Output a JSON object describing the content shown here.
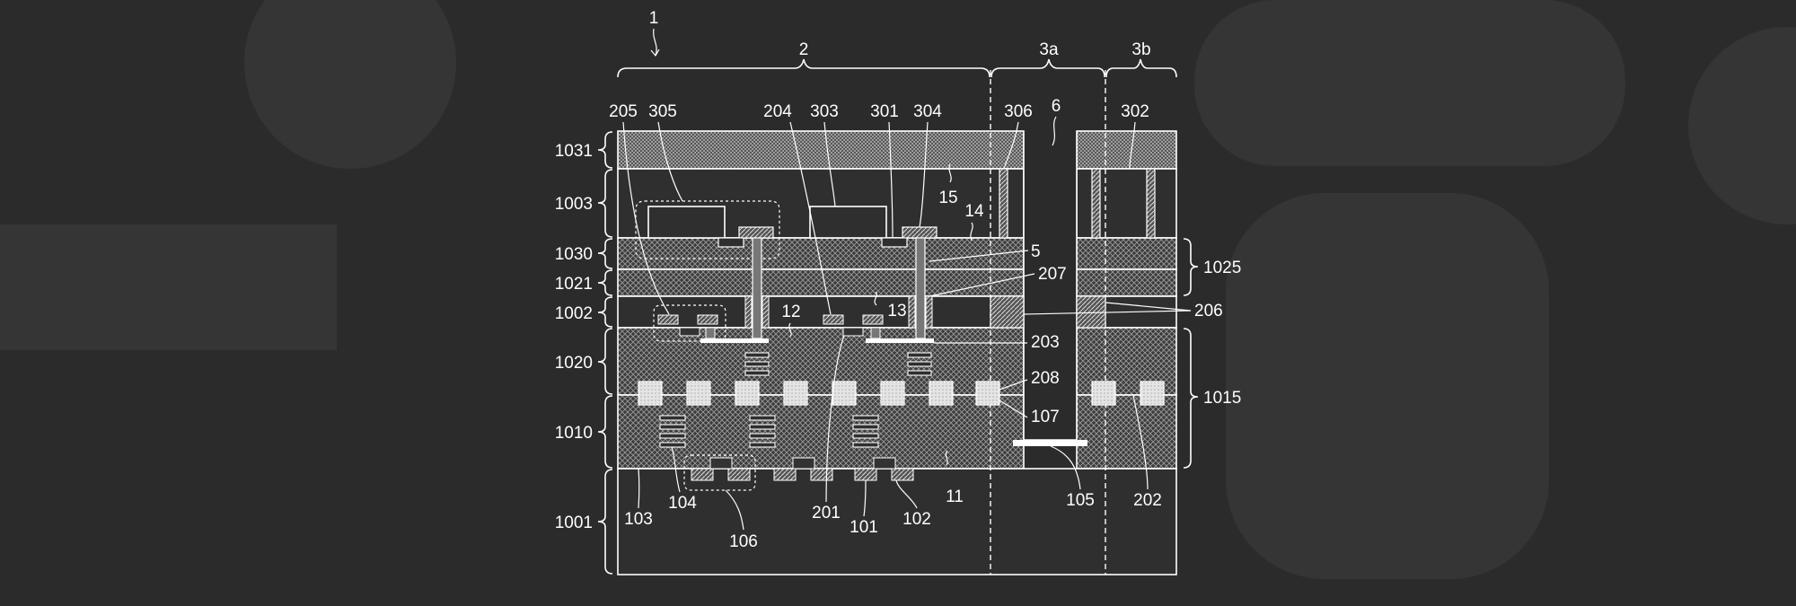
{
  "figure": {
    "number": "1",
    "regions": [
      "2",
      "3a",
      "3b"
    ],
    "opening": "6",
    "layers_left": [
      "1031",
      "1003",
      "1030",
      "1021",
      "1002",
      "1020",
      "1010",
      "1001"
    ],
    "layers_right": [
      "1025",
      "206",
      "1015"
    ],
    "top_labels": [
      "205",
      "305",
      "204",
      "303",
      "301",
      "304",
      "306",
      "302"
    ],
    "inner_labels": [
      "15",
      "14",
      "5",
      "207",
      "12",
      "13",
      "203",
      "208",
      "107",
      "11"
    ],
    "bottom_labels": [
      "103",
      "104",
      "106",
      "201",
      "101",
      "102",
      "105",
      "202"
    ]
  },
  "colors": {
    "background": "#2b2b2b",
    "ghost_shapes": "#353535",
    "line": "#ffffff",
    "cross_hatch": "#ffffff",
    "pad_fill": "#e8e8e8"
  }
}
